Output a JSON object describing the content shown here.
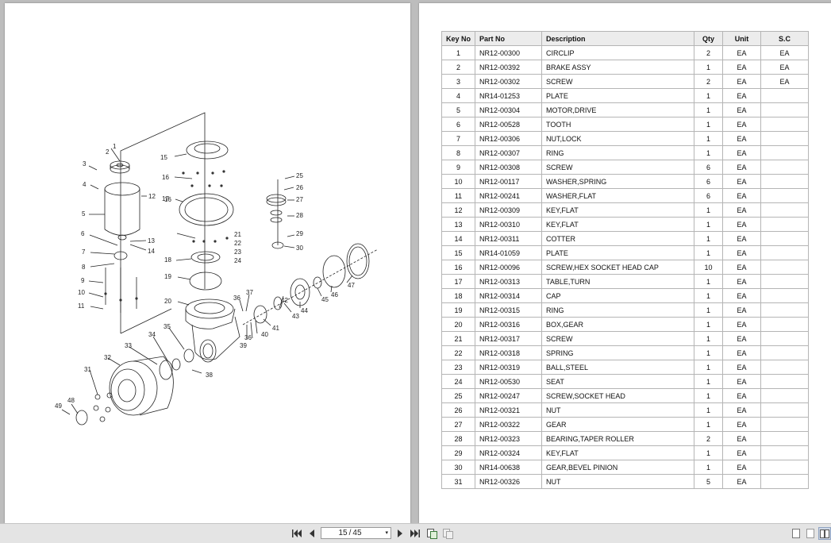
{
  "viewer": {
    "current_page": "15",
    "total_pages": "45",
    "separator": "/"
  },
  "diagram": {
    "callouts": [
      "1",
      "2",
      "3",
      "4",
      "5",
      "6",
      "7",
      "8",
      "9",
      "10",
      "11",
      "12",
      "13",
      "14",
      "15",
      "16",
      "16",
      "17",
      "18",
      "19",
      "20",
      "21",
      "22",
      "23",
      "24",
      "25",
      "26",
      "27",
      "28",
      "29",
      "30",
      "31",
      "32",
      "33",
      "34",
      "35",
      "36",
      "36",
      "37",
      "38",
      "39",
      "40",
      "41",
      "42",
      "43",
      "44",
      "45",
      "46",
      "47",
      "48",
      "49"
    ]
  },
  "parts_table": {
    "headers": [
      "Key No",
      "Part No",
      "Description",
      "Qty",
      "Unit",
      "S.C"
    ],
    "rows": [
      [
        "1",
        "NR12-00300",
        "CIRCLIP",
        "2",
        "EA",
        "EA"
      ],
      [
        "2",
        "NR12-00392",
        "BRAKE ASSY",
        "1",
        "EA",
        "EA"
      ],
      [
        "3",
        "NR12-00302",
        "SCREW",
        "2",
        "EA",
        "EA"
      ],
      [
        "4",
        "NR14-01253",
        "PLATE",
        "1",
        "EA",
        ""
      ],
      [
        "5",
        "NR12-00304",
        "MOTOR,DRIVE",
        "1",
        "EA",
        ""
      ],
      [
        "6",
        "NR12-00528",
        "TOOTH",
        "1",
        "EA",
        ""
      ],
      [
        "7",
        "NR12-00306",
        "NUT,LOCK",
        "1",
        "EA",
        ""
      ],
      [
        "8",
        "NR12-00307",
        "RING",
        "1",
        "EA",
        ""
      ],
      [
        "9",
        "NR12-00308",
        "SCREW",
        "6",
        "EA",
        ""
      ],
      [
        "10",
        "NR12-00117",
        "WASHER,SPRING",
        "6",
        "EA",
        ""
      ],
      [
        "11",
        "NR12-00241",
        "WASHER,FLAT",
        "6",
        "EA",
        ""
      ],
      [
        "12",
        "NR12-00309",
        "KEY,FLAT",
        "1",
        "EA",
        ""
      ],
      [
        "13",
        "NR12-00310",
        "KEY,FLAT",
        "1",
        "EA",
        ""
      ],
      [
        "14",
        "NR12-00311",
        "COTTER",
        "1",
        "EA",
        ""
      ],
      [
        "15",
        "NR14-01059",
        "PLATE",
        "1",
        "EA",
        ""
      ],
      [
        "16",
        "NR12-00096",
        "SCREW,HEX SOCKET HEAD CAP",
        "10",
        "EA",
        ""
      ],
      [
        "17",
        "NR12-00313",
        "TABLE,TURN",
        "1",
        "EA",
        ""
      ],
      [
        "18",
        "NR12-00314",
        "CAP",
        "1",
        "EA",
        ""
      ],
      [
        "19",
        "NR12-00315",
        "RING",
        "1",
        "EA",
        ""
      ],
      [
        "20",
        "NR12-00316",
        "BOX,GEAR",
        "1",
        "EA",
        ""
      ],
      [
        "21",
        "NR12-00317",
        "SCREW",
        "1",
        "EA",
        ""
      ],
      [
        "22",
        "NR12-00318",
        "SPRING",
        "1",
        "EA",
        ""
      ],
      [
        "23",
        "NR12-00319",
        "BALL,STEEL",
        "1",
        "EA",
        ""
      ],
      [
        "24",
        "NR12-00530",
        "SEAT",
        "1",
        "EA",
        ""
      ],
      [
        "25",
        "NR12-00247",
        "SCREW,SOCKET HEAD",
        "1",
        "EA",
        ""
      ],
      [
        "26",
        "NR12-00321",
        "NUT",
        "1",
        "EA",
        ""
      ],
      [
        "27",
        "NR12-00322",
        "GEAR",
        "1",
        "EA",
        ""
      ],
      [
        "28",
        "NR12-00323",
        "BEARING,TAPER ROLLER",
        "2",
        "EA",
        ""
      ],
      [
        "29",
        "NR12-00324",
        "KEY,FLAT",
        "1",
        "EA",
        ""
      ],
      [
        "30",
        "NR14-00638",
        "GEAR,BEVEL PINION",
        "1",
        "EA",
        ""
      ],
      [
        "31",
        "NR12-00326",
        "NUT",
        "5",
        "EA",
        ""
      ]
    ]
  },
  "toolbar": {
    "icons": [
      "first-page-icon",
      "prev-page-icon",
      "next-page-icon",
      "last-page-icon",
      "extract-page-icon",
      "copy-page-icon",
      "single-page-view-icon",
      "two-page-view-icon",
      "continuous-view-icon"
    ]
  }
}
